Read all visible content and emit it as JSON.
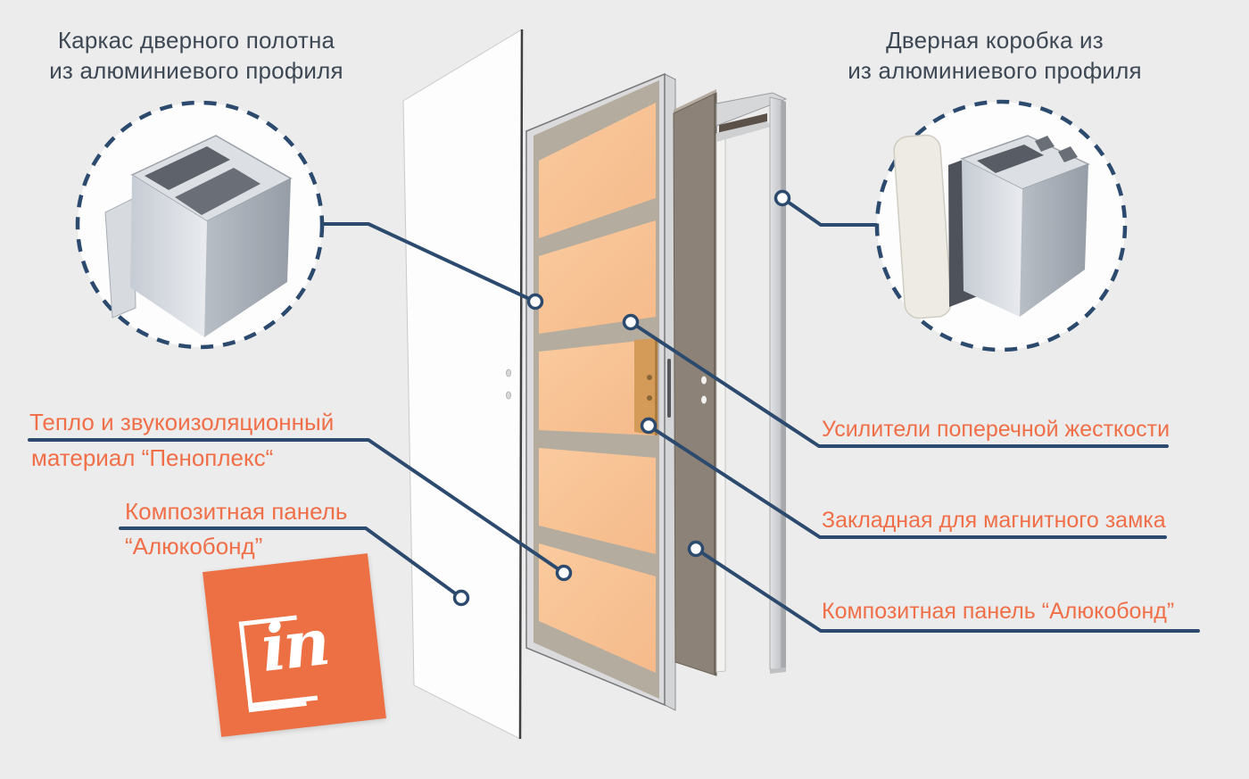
{
  "title_left": {
    "line1": "Каркас дверного полотна",
    "line2": "из алюминиевого профиля"
  },
  "title_right": {
    "line1": "Дверная коробка из",
    "line2": "из алюминиевого профиля"
  },
  "labels": {
    "insulation": {
      "line1": "Тепло и звукоизоляционный",
      "line2": "материал “Пеноплекс“"
    },
    "composite_left": {
      "line1": "Композитная панель",
      "line2": "“Алюкобонд”"
    },
    "stiffeners": "Усилители поперечной жесткости",
    "magnet_plate": "Закладная для магнитного замка",
    "composite_right": "Композитная панель “Алюкобонд”"
  },
  "logo": {
    "text": "in"
  },
  "colors": {
    "background": "#ECECEC",
    "accent_orange": "#F06F48",
    "dark_text": "#3E4854",
    "leader_navy": "#2C4A6E",
    "door_panel_orange": "#F8C296",
    "door_rail_tan": "#B4AC9E",
    "rear_panel_gray": "#8D8278",
    "wood_block": "#D49A58",
    "aluminum_light": "#D4D5D7",
    "white_panel": "#FFFFFF",
    "logo_orange": "#ED7044"
  }
}
